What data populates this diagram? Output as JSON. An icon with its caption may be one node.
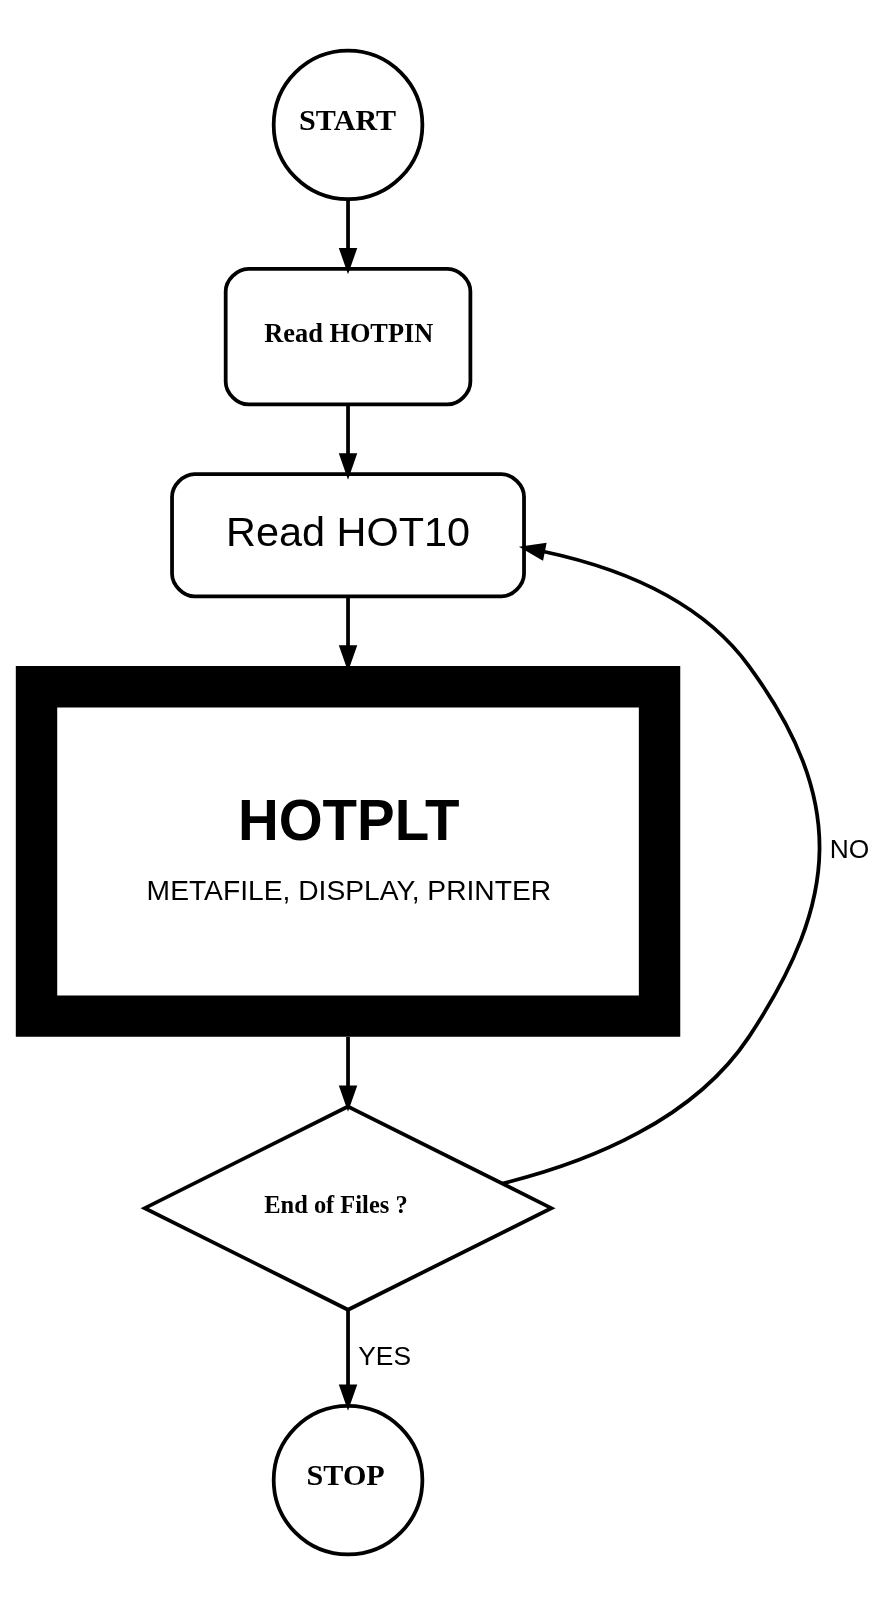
{
  "diagram": {
    "nodes": [
      {
        "text": [
          "START"
        ]
      },
      {
        "text": [
          "Read HOTPIN"
        ]
      },
      {
        "text": [
          "Read HOT10"
        ]
      },
      {
        "text": [
          "HOTPLT",
          "METAFILE, DISPLAY, PRINTER"
        ]
      },
      {
        "text": [
          "End of Files ?"
        ]
      },
      {
        "text": [
          "STOP"
        ]
      }
    ],
    "edges": [
      {
        "from": 0,
        "to": 1,
        "arrow": "to"
      },
      {
        "from": 1,
        "to": 2,
        "arrow": "to"
      },
      {
        "from": 2,
        "to": 3,
        "arrow": "to"
      },
      {
        "from": 3,
        "to": 4,
        "arrow": "to"
      },
      {
        "from": 4,
        "to": 5,
        "arrow": "to",
        "label": "YES"
      },
      {
        "from": 4,
        "to": 2,
        "arrow": "to",
        "label": "NO"
      }
    ]
  }
}
